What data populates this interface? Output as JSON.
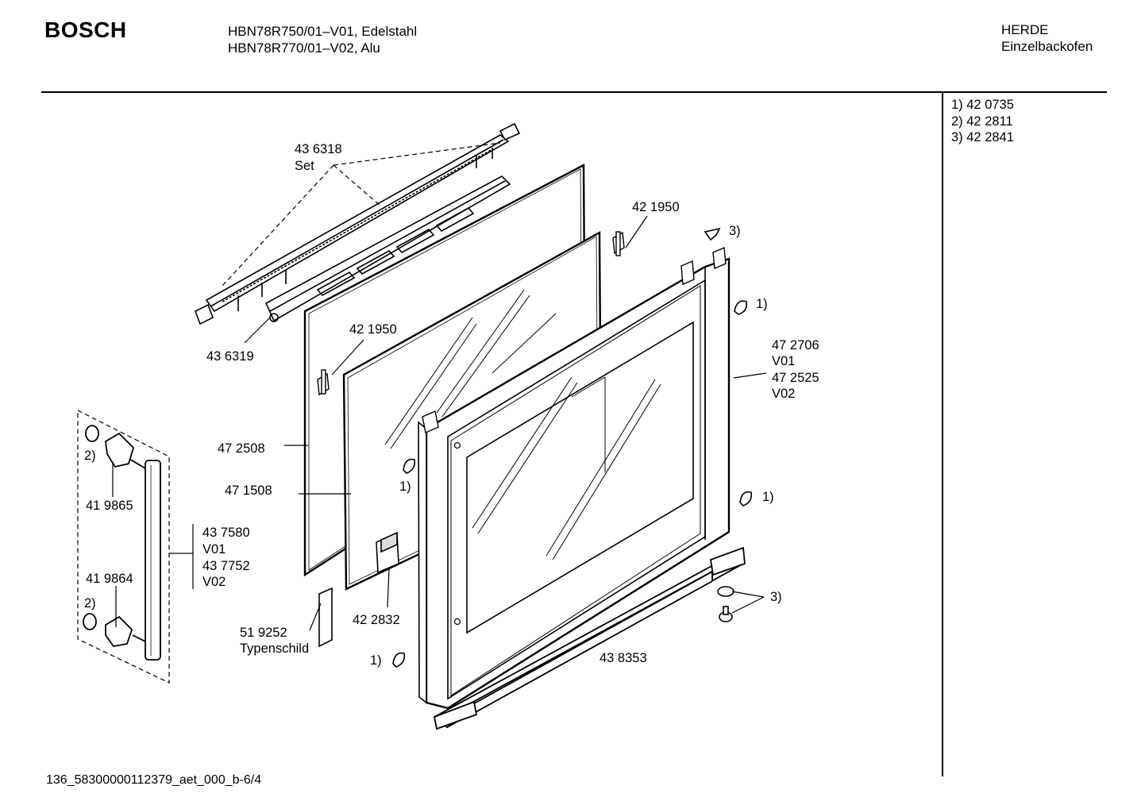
{
  "header": {
    "brand": "BOSCH",
    "model_lines": [
      "HBN78R750/01–V01, Edelstahl",
      "HBN78R770/01–V02, Alu"
    ],
    "category_lines": [
      "HERDE",
      "Einzelbackofen"
    ]
  },
  "notes": [
    "1) 42 0735",
    "2) 42 2811",
    "3) 42 2841"
  ],
  "labels": {
    "l436318": "43 6318",
    "set": "Set",
    "l421950a": "42 1950",
    "l421950b": "42 1950",
    "l436319": "43 6319",
    "l472508": "47 2508",
    "l471508": "47 1508",
    "l472706": "47 2706",
    "v01a": "V01",
    "l472525": "47 2525",
    "v02a": "V02",
    "l419865": "41 9865",
    "l437580": "43 7580",
    "v01b": "V01",
    "l437752": "43 7752",
    "v02b": "V02",
    "l419864": "41 9864",
    "l519252": "51 9252",
    "typenschild": "Typenschild",
    "l422832": "42 2832",
    "l438353": "43 8353",
    "ref1": "1)",
    "ref2": "2)",
    "ref3": "3)"
  },
  "footer": {
    "code": "136_58300000112379_aet_000_b-6/4"
  }
}
